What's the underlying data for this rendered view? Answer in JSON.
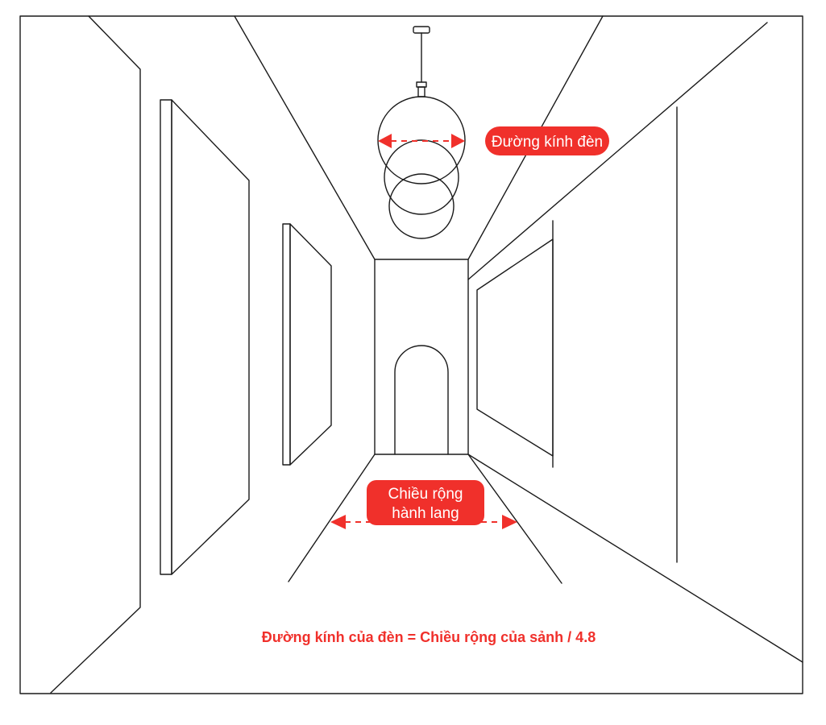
{
  "labels": {
    "lamp_diameter": "Đường kính đèn",
    "corridor_width_line1": "Chiều rộng",
    "corridor_width_line2": "hành lang"
  },
  "formula": "Đường kính của đèn = Chiều rộng của sảnh / 4.8",
  "colors": {
    "accent": "#f0302b",
    "line": "#1a1a1a",
    "background": "#ffffff"
  }
}
